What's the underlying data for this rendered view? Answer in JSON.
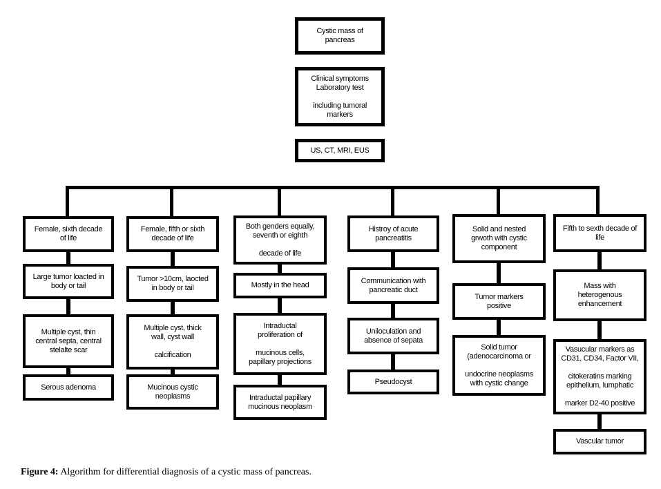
{
  "figure": {
    "caption": {
      "prefix": "Figure 4:",
      "text": "Algorithm for differential diagnosis of a cystic mass of pancreas."
    }
  },
  "colors": {
    "line": "#000000",
    "background": "#ffffff",
    "text": "#000000"
  },
  "flowchart": {
    "top": [
      {
        "lines": [
          "Cystic mass of",
          "pancreas"
        ]
      },
      {
        "lines": [
          "Clinical symptoms",
          "Laboratory test",
          "",
          "including tumoral",
          "markers"
        ]
      },
      {
        "lines": [
          "US, CT, MRI, EUS"
        ]
      }
    ],
    "columns": [
      {
        "boxes": [
          {
            "lines": [
              "Female, sixth decade",
              "of life"
            ]
          },
          {
            "lines": [
              "Large tumor loacted in",
              "body or tail"
            ]
          },
          {
            "lines": [
              "Multiple cyst, thin",
              "central septa, central",
              "stelalte scar"
            ]
          },
          {
            "lines": [
              "Serous adenoma"
            ]
          }
        ]
      },
      {
        "boxes": [
          {
            "lines": [
              "Female, fifth  or sixth",
              "decade of life"
            ]
          },
          {
            "lines": [
              "Tumor >10cm, laocted",
              "in body or tail"
            ]
          },
          {
            "lines": [
              "Multiple cyst, thick",
              "wall, cyst wall",
              "",
              "calcification"
            ]
          },
          {
            "lines": [
              "Mucinous cystic",
              "neoplasms"
            ]
          }
        ]
      },
      {
        "boxes": [
          {
            "lines": [
              "Both genders equally,",
              "seventh or eighth",
              "",
              "decade of life"
            ]
          },
          {
            "lines": [
              "Mostly in the head"
            ]
          },
          {
            "lines": [
              "Intraductal",
              "proliferation of",
              "",
              "mucinous cells,",
              "papillary projections"
            ]
          },
          {
            "lines": [
              "Intraductal papillary",
              "mucinous neoplasm"
            ]
          }
        ]
      },
      {
        "boxes": [
          {
            "lines": [
              "Histroy of acute",
              "pancreatitis"
            ]
          },
          {
            "lines": [
              "Communication with",
              "pancreatic duct"
            ]
          },
          {
            "lines": [
              "Uniloculation and",
              "absence of sepata"
            ]
          },
          {
            "lines": [
              "Pseudocyst"
            ]
          }
        ]
      },
      {
        "boxes": [
          {
            "lines": [
              "Solid and nested",
              "grwoth with cystic",
              "component"
            ]
          },
          {
            "lines": [
              "Tumor markers",
              "positive"
            ]
          },
          {
            "lines": [
              "Solid tumor",
              "(adenocarcinoma or",
              "",
              "undocrine neoplasms",
              "with cystic change"
            ]
          }
        ]
      },
      {
        "boxes": [
          {
            "lines": [
              "Fifth to sexth decade of",
              "life"
            ]
          },
          {
            "lines": [
              "Mass with",
              "heterogenous",
              "enhancement"
            ]
          },
          {
            "lines": [
              "Vasucular markers as",
              "CD31, CD34, Factor VII,",
              "",
              "citokeratins marking",
              "epithelium, lumphatic",
              "",
              "marker D2-40 positive"
            ]
          },
          {
            "lines": [
              "Vascular tumor"
            ]
          }
        ]
      }
    ]
  }
}
